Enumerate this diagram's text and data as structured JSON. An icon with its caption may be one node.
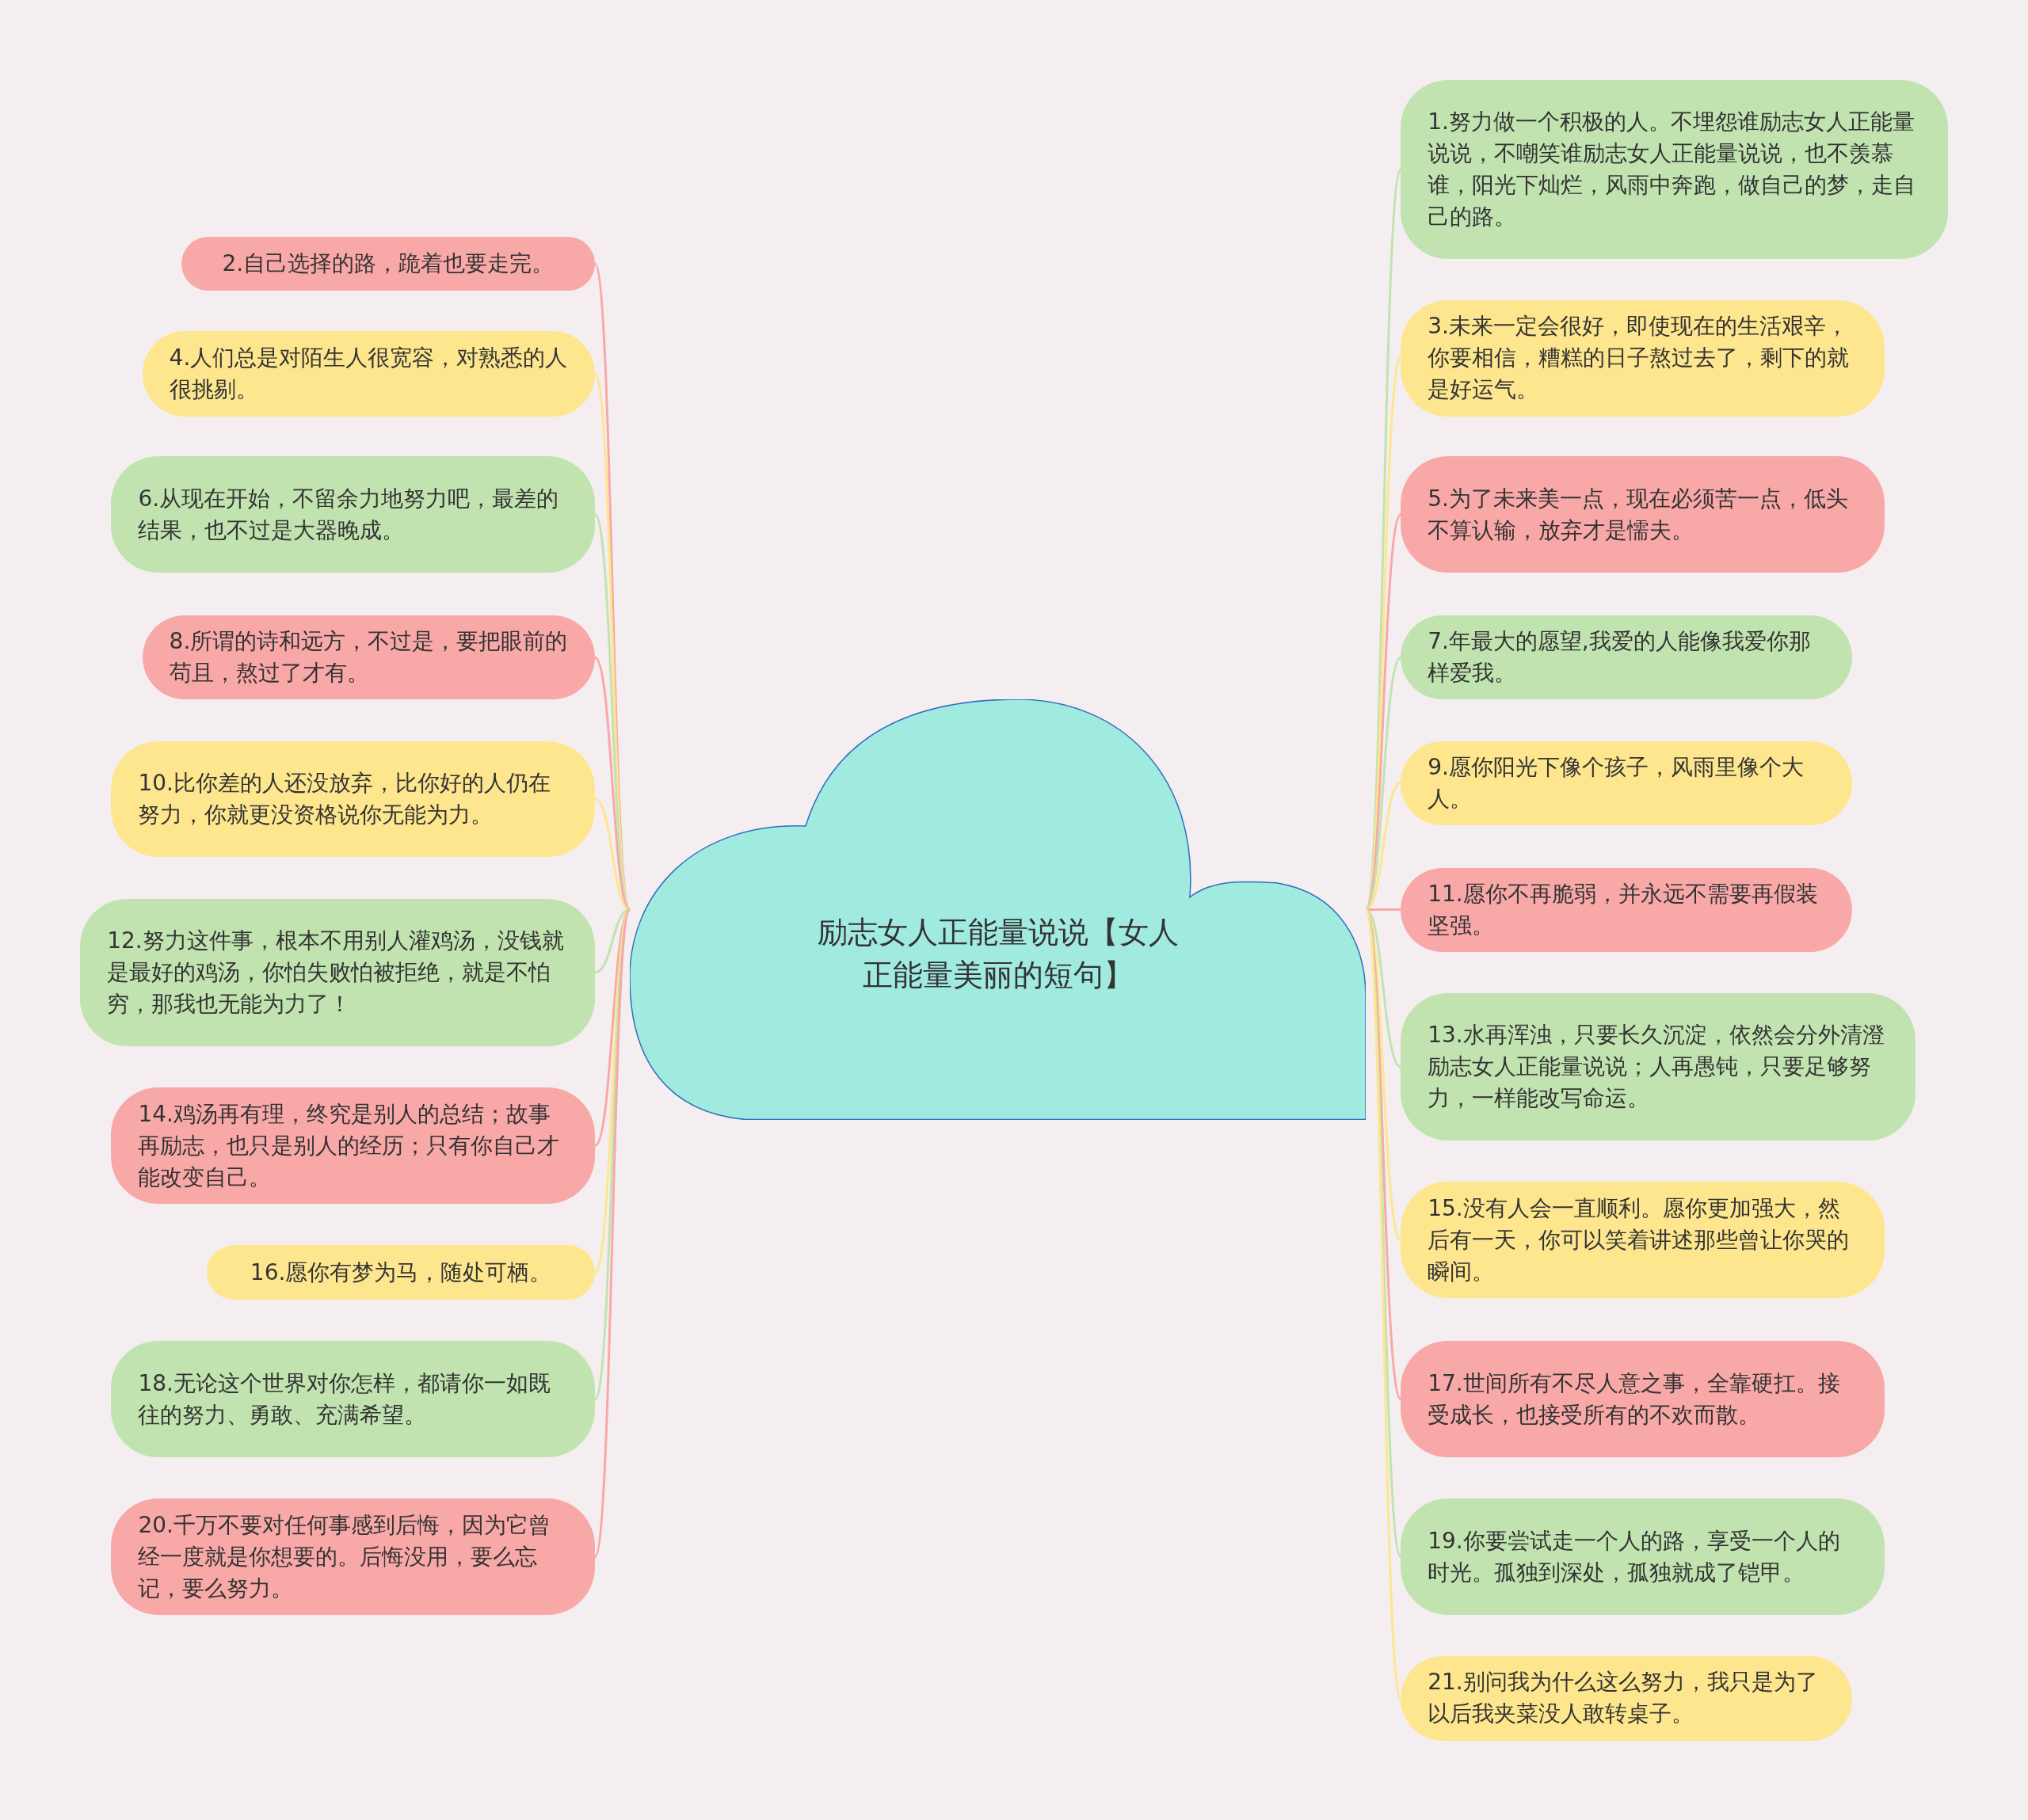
{
  "diagram": {
    "nodes": [
      {
        "text": [
          "励志女人正能量说说【女人正能量美丽的短句】"
        ]
      },
      {
        "text": [
          "1.努力做一个积极的人。不埋怨谁励志女人正能量说说，不嘲笑谁励志女人正能量说说，也不羡慕谁，阳光下灿烂，风雨中奔跑，做自己的梦，走自己的路。"
        ]
      },
      {
        "text": [
          "2.自己选择的路，跪着也要走完。"
        ]
      },
      {
        "text": [
          "3.未来一定会很好，即使现在的生活艰辛，你要相信，糟糕的日子熬过去了，剩下的就是好运气。"
        ]
      },
      {
        "text": [
          "4.人们总是对陌生人很宽容，对熟悉的人很挑剔。"
        ]
      },
      {
        "text": [
          "5.为了未来美一点，现在必须苦一点，低头不算认输，放弃才是懦夫。"
        ]
      },
      {
        "text": [
          "6.从现在开始，不留余力地努力吧，最差的结果，也不过是大器晚成。"
        ]
      },
      {
        "text": [
          "7.年最大的愿望,我爱的人能像我爱你那样爱我。"
        ]
      },
      {
        "text": [
          "8.所谓的诗和远方，不过是，要把眼前的苟且，熬过了才有。"
        ]
      },
      {
        "text": [
          "9.愿你阳光下像个孩子，风雨里像个大人。"
        ]
      },
      {
        "text": [
          "10.比你差的人还没放弃，比你好的人仍在努力，你就更没资格说你无能为力。"
        ]
      },
      {
        "text": [
          "11.愿你不再脆弱，并永远不需要再假装坚强。"
        ]
      },
      {
        "text": [
          "12.努力这件事，根本不用别人灌鸡汤，没钱就是最好的鸡汤，你怕失败怕被拒绝，就是不怕穷，那我也无能为力了！"
        ]
      },
      {
        "text": [
          "13.水再浑浊，只要长久沉淀，依然会分外清澄励志女人正能量说说；人再愚钝，只要足够努力，一样能改写命运。"
        ]
      },
      {
        "text": [
          "14.鸡汤再有理，终究是别人的总结；故事再励志，也只是别人的经历；只有你自己才能改变自己。"
        ]
      },
      {
        "text": [
          "15.没有人会一直顺利。愿你更加强大，然后有一天，你可以笑着讲述那些曾让你哭的瞬间。"
        ]
      },
      {
        "text": [
          "16.愿你有梦为马，随处可栖。"
        ]
      },
      {
        "text": [
          "17.世间所有不尽人意之事，全靠硬扛。接受成长，也接受所有的不欢而散。"
        ]
      },
      {
        "text": [
          "18.无论这个世界对你怎样，都请你一如既往的努力、勇敢、充满希望。"
        ]
      },
      {
        "text": [
          "19.你要尝试走一个人的路，享受一个人的时光。孤独到深处，孤独就成了铠甲。"
        ]
      },
      {
        "text": [
          "20.千万不要对任何事感到后悔，因为它曾经一度就是你想要的。后悔没用，要么忘记，要么努力。"
        ]
      },
      {
        "text": [
          "21.别问我为什么这么努力，我只是为了以后我夹菜没人敢转桌子。"
        ]
      }
    ],
    "edges": [
      {
        "from": 0,
        "to": 1,
        "arrow": "none",
        "color": "#c0e3b0"
      },
      {
        "from": 0,
        "to": 2,
        "arrow": "none",
        "color": "#f9a8a8"
      },
      {
        "from": 0,
        "to": 3,
        "arrow": "none",
        "color": "#fde68d"
      },
      {
        "from": 0,
        "to": 4,
        "arrow": "none",
        "color": "#fde68d"
      },
      {
        "from": 0,
        "to": 5,
        "arrow": "none",
        "color": "#f9a8a8"
      },
      {
        "from": 0,
        "to": 6,
        "arrow": "none",
        "color": "#c0e3b0"
      },
      {
        "from": 0,
        "to": 7,
        "arrow": "none",
        "color": "#c0e3b0"
      },
      {
        "from": 0,
        "to": 8,
        "arrow": "none",
        "color": "#f9a8a8"
      },
      {
        "from": 0,
        "to": 9,
        "arrow": "none",
        "color": "#fde68d"
      },
      {
        "from": 0,
        "to": 10,
        "arrow": "none",
        "color": "#fde68d"
      },
      {
        "from": 0,
        "to": 11,
        "arrow": "none",
        "color": "#f9a8a8"
      },
      {
        "from": 0,
        "to": 12,
        "arrow": "none",
        "color": "#c0e3b0"
      },
      {
        "from": 0,
        "to": 13,
        "arrow": "none",
        "color": "#c0e3b0"
      },
      {
        "from": 0,
        "to": 14,
        "arrow": "none",
        "color": "#f9a8a8"
      },
      {
        "from": 0,
        "to": 15,
        "arrow": "none",
        "color": "#fde68d"
      },
      {
        "from": 0,
        "to": 16,
        "arrow": "none",
        "color": "#fde68d"
      },
      {
        "from": 0,
        "to": 17,
        "arrow": "none",
        "color": "#f9a8a8"
      },
      {
        "from": 0,
        "to": 18,
        "arrow": "none",
        "color": "#c0e3b0"
      },
      {
        "from": 0,
        "to": 19,
        "arrow": "none",
        "color": "#c0e3b0"
      },
      {
        "from": 0,
        "to": 20,
        "arrow": "none",
        "color": "#f9a8a8"
      },
      {
        "from": 0,
        "to": 21,
        "arrow": "none",
        "color": "#fde68d"
      }
    ]
  }
}
